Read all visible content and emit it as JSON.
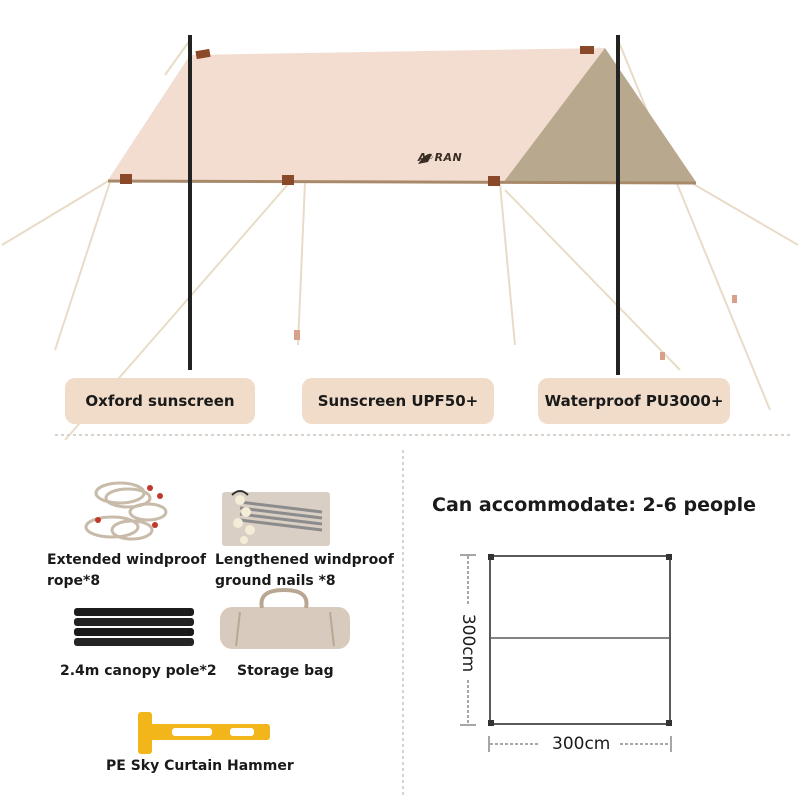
{
  "brand": {
    "logo_text": "A◦RAN"
  },
  "features": [
    {
      "label": "Oxford sunscreen"
    },
    {
      "label": "Sunscreen UPF50+"
    },
    {
      "label": "Waterproof PU3000+"
    }
  ],
  "accessories": [
    {
      "label_line1": "Extended windproof",
      "label_line2": "rope*8",
      "icon": "rope-icon"
    },
    {
      "label_line1": "Lengthened windproof",
      "label_line2": "ground nails *8",
      "icon": "ground-nails-icon"
    },
    {
      "label_line1": "2.4m canopy pole*2",
      "icon": "canopy-pole-icon"
    },
    {
      "label_line1": "Storage bag",
      "icon": "storage-bag-icon"
    },
    {
      "label_line1": "PE Sky Curtain Hammer",
      "icon": "hammer-icon"
    }
  ],
  "capacity": {
    "heading": "Can accommodate: 2-6 people",
    "width_label": "300cm",
    "height_label": "300cm"
  },
  "colors": {
    "canopy": "#f2ddd0",
    "canopy_side": "#b8a98e",
    "pill": "#f0dcc9",
    "hammer": "#f2b51a"
  }
}
